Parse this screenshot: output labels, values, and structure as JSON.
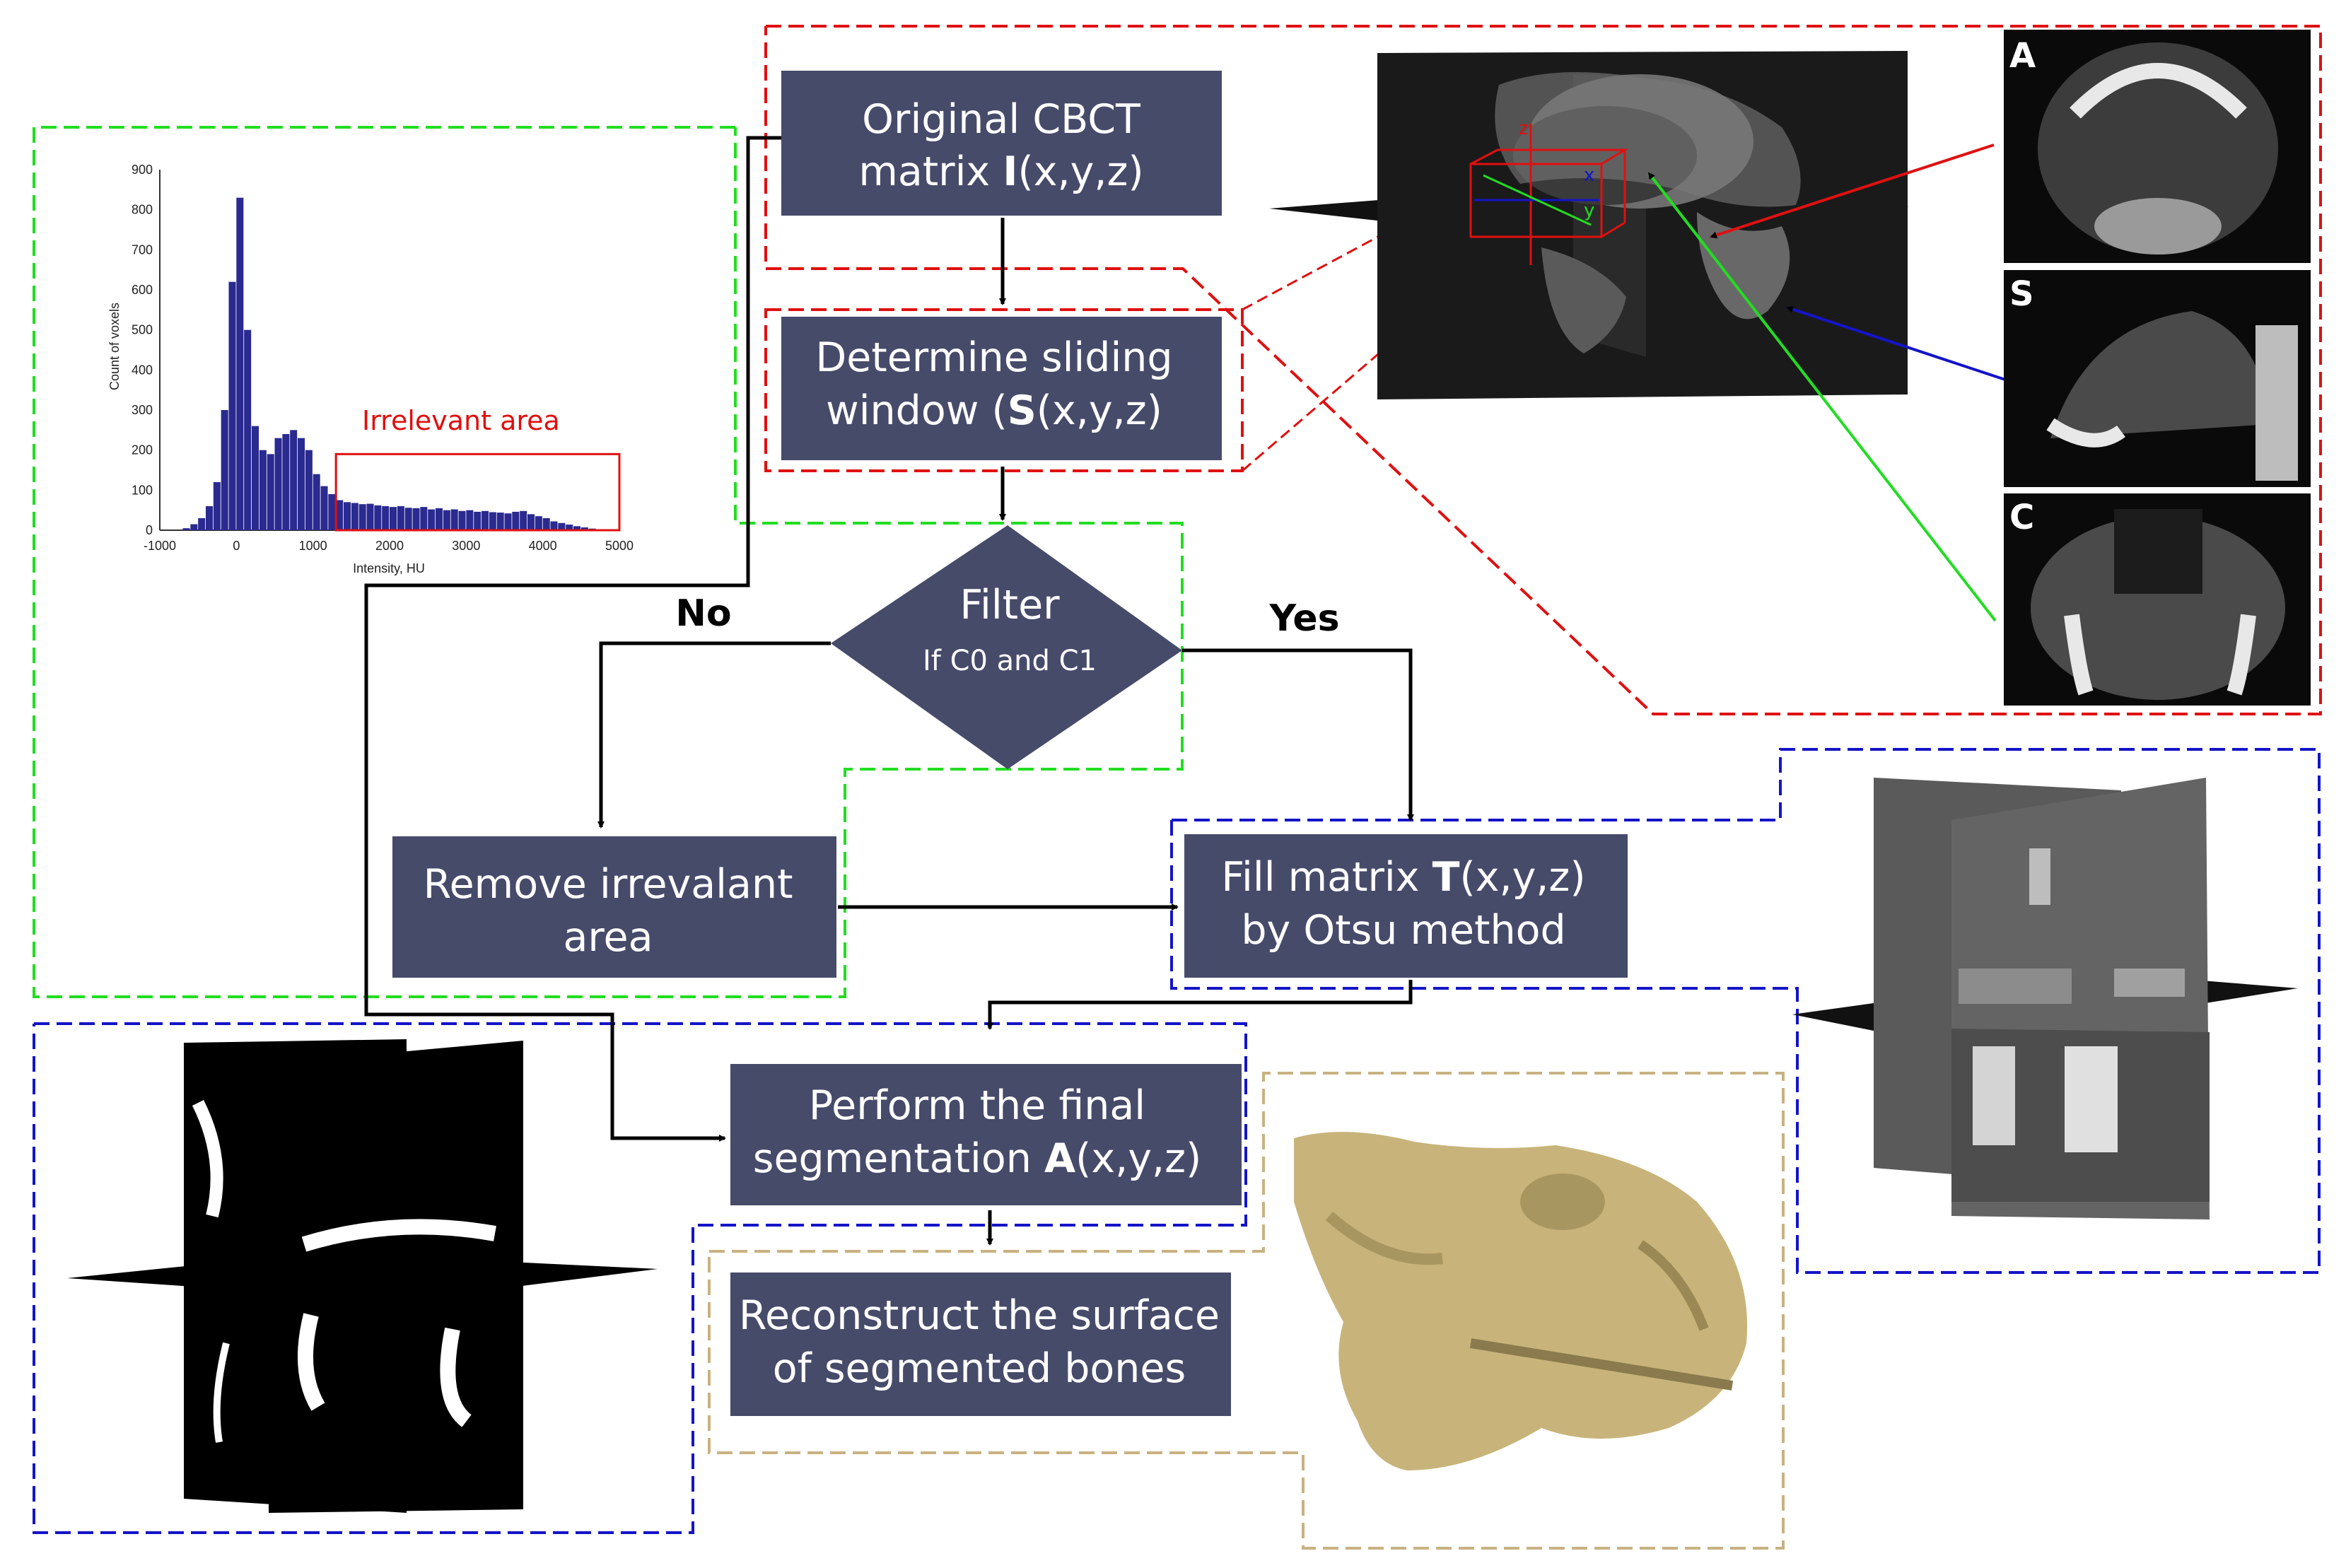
{
  "flow": {
    "original": {
      "line1": "Original CBCT",
      "line2_pre": "matrix ",
      "line2_bold": "I",
      "line2_post": "(x,y,z)"
    },
    "window": {
      "line1": "Determine sliding",
      "line2_pre": "window (",
      "line2_bold": "S",
      "line2_post": "(x,y,z)"
    },
    "filter": {
      "title": "Filter",
      "condition": "If C0 and C1"
    },
    "branch_no": "No",
    "branch_yes": "Yes",
    "remove": {
      "line1": "Remove irrevalant",
      "line2": "area"
    },
    "fill": {
      "line1_pre": "Fill matrix ",
      "line1_bold": "T",
      "line1_post": "(x,y,z)",
      "line2": "by Otsu method"
    },
    "final": {
      "line1": "Perform the final",
      "line2_pre": "segmentation ",
      "line2_bold": "A",
      "line2_post": "(x,y,z)"
    },
    "reconstruct": {
      "line1": "Reconstruct the surface",
      "line2": "of segmented bones"
    }
  },
  "histogram": {
    "ylabel": "Count of voxels",
    "xlabel": "Intensity, HU",
    "annotation": "Irrelevant area",
    "y_ticks": [
      "900",
      "800",
      "700",
      "600",
      "500",
      "400",
      "300",
      "200",
      "100",
      "0"
    ],
    "x_ticks": [
      "-1000",
      "0",
      "1000",
      "2000",
      "3000",
      "4000",
      "5000"
    ]
  },
  "ct_panels": [
    "A",
    "S",
    "C"
  ],
  "mini_axes": {
    "x": "x",
    "y": "y",
    "z": "z"
  },
  "colors": {
    "box_fill": "#474b6a",
    "red_dash": "#e01010",
    "green_dash": "#22dd22",
    "blue_dash": "#1414c8",
    "tan_dash": "#c8b282",
    "hist_bar": "#2a2a90",
    "bone": "#c8b47a"
  },
  "chart_data": {
    "type": "bar",
    "xlabel": "Intensity, HU",
    "ylabel": "Count of voxels",
    "xlim": [
      -1000,
      5000
    ],
    "ylim": [
      0,
      900
    ],
    "bin_width": 100,
    "x": [
      -700,
      -600,
      -500,
      -400,
      -300,
      -200,
      -100,
      0,
      100,
      200,
      300,
      400,
      500,
      600,
      700,
      800,
      900,
      1000,
      1100,
      1200,
      1300,
      1400,
      1500,
      1600,
      1700,
      1800,
      1900,
      2000,
      2100,
      2200,
      2300,
      2400,
      2500,
      2600,
      2700,
      2800,
      2900,
      3000,
      3100,
      3200,
      3300,
      3400,
      3500,
      3600,
      3700,
      3800,
      3900,
      4000,
      4100,
      4200,
      4300,
      4400,
      4500,
      4600,
      4700
    ],
    "values": [
      5,
      15,
      30,
      60,
      120,
      300,
      620,
      830,
      500,
      260,
      200,
      190,
      230,
      240,
      250,
      230,
      200,
      140,
      110,
      90,
      75,
      70,
      68,
      65,
      66,
      62,
      60,
      58,
      60,
      56,
      55,
      58,
      52,
      55,
      50,
      52,
      48,
      50,
      46,
      48,
      45,
      44,
      42,
      46,
      48,
      40,
      35,
      30,
      22,
      18,
      14,
      10,
      7,
      4,
      2
    ],
    "annotation": "Irrelevant area"
  }
}
